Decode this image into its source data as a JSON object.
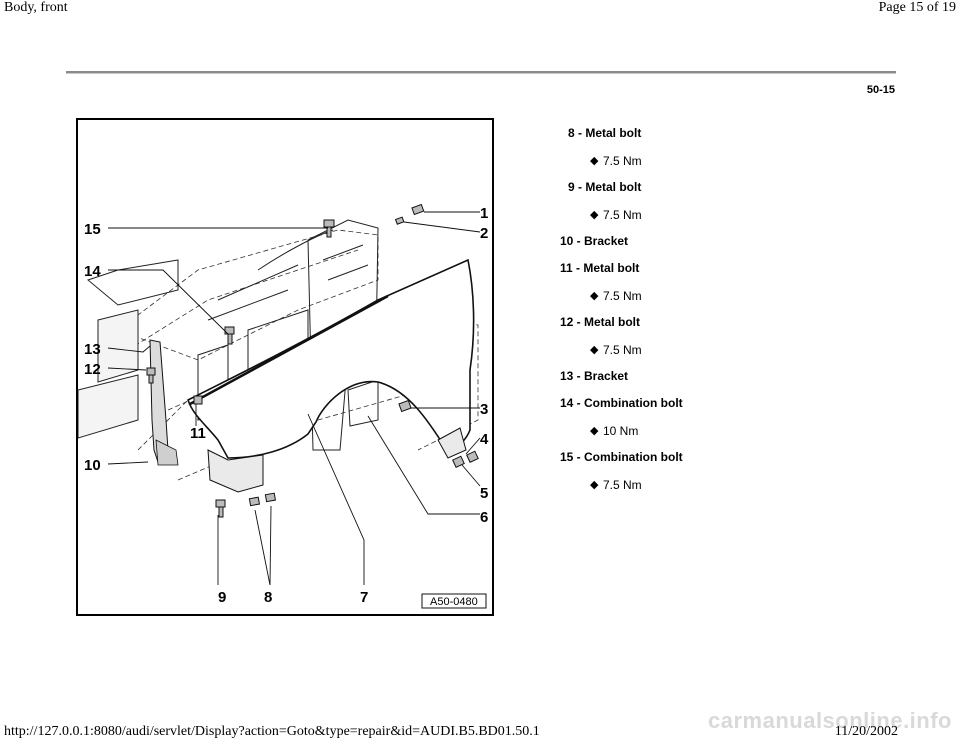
{
  "header": {
    "title": "Body, front",
    "page_of": "Page 15 of 19"
  },
  "page_number": "50-15",
  "figure": {
    "code": "A50-0480",
    "callouts": [
      "1",
      "2",
      "3",
      "4",
      "5",
      "6",
      "7",
      "8",
      "9",
      "10",
      "11",
      "12",
      "13",
      "14",
      "15"
    ]
  },
  "legend": [
    {
      "label": "8 - Metal bolt",
      "spec": "7.5 Nm"
    },
    {
      "label": "9 - Metal bolt",
      "spec": "7.5 Nm"
    },
    {
      "label": "10 - Bracket",
      "spec": null
    },
    {
      "label": "11 - Metal bolt",
      "spec": "7.5 Nm"
    },
    {
      "label": "12 - Metal bolt",
      "spec": "7.5 Nm"
    },
    {
      "label": "13 - Bracket",
      "spec": null
    },
    {
      "label": "14 - Combination bolt",
      "spec": "10 Nm"
    },
    {
      "label": "15 - Combination bolt",
      "spec": "7.5 Nm"
    }
  ],
  "footer": {
    "url": "http://127.0.0.1:8080/audi/servlet/Display?action=Goto&type=repair&id=AUDI.B5.BD01.50.1",
    "date": "11/20/2002",
    "watermark": "carmanualsonline.info"
  }
}
